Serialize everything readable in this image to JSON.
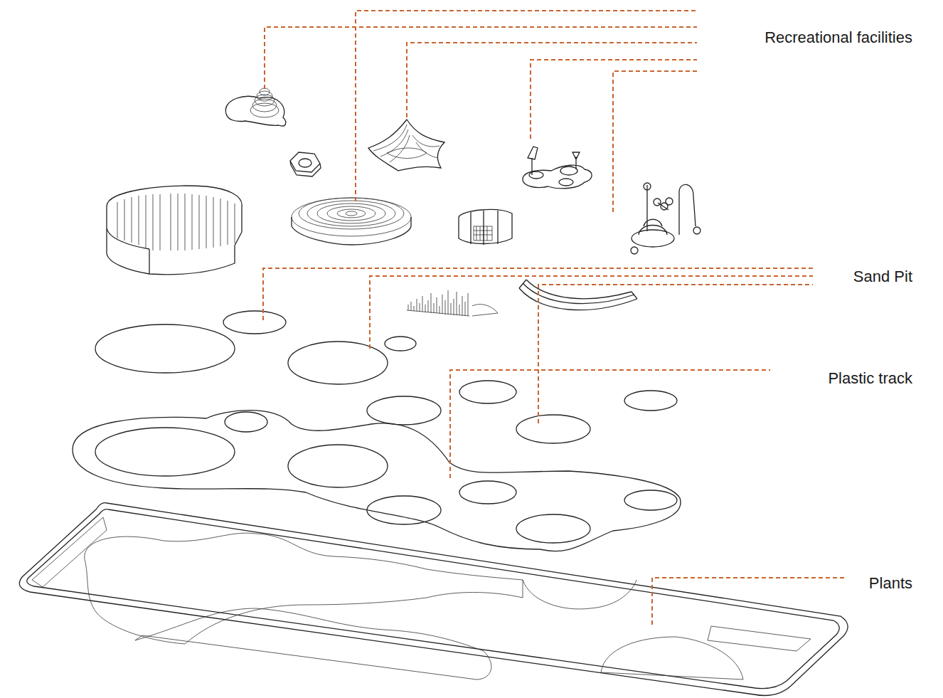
{
  "diagram": {
    "labels": [
      "Recreational facilities",
      "Sand Pit",
      "Plastic track",
      "Plants"
    ]
  }
}
